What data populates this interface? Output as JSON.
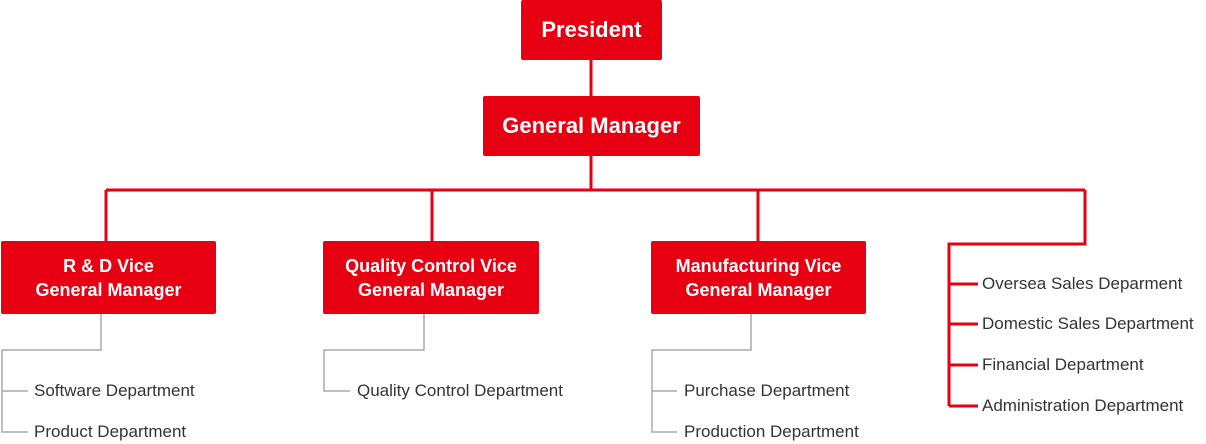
{
  "chart": {
    "president": "President",
    "general_manager": "General Manager",
    "vice_managers": [
      {
        "line1": "R & D Vice",
        "line2": "General Manager"
      },
      {
        "line1": "Quality Control Vice",
        "line2": "General Manager"
      },
      {
        "line1": "Manufacturing Vice",
        "line2": "General Manager"
      }
    ],
    "rd_departments": [
      "Software Department",
      "Product Department"
    ],
    "qc_departments": [
      "Quality Control Department"
    ],
    "mfg_departments": [
      "Purchase Department",
      "Production Department"
    ],
    "direct_departments": [
      "Oversea Sales Deparment",
      "Domestic Sales Department",
      "Financial Department",
      "Administration Department"
    ]
  },
  "colors": {
    "accent": "#e60012",
    "connector_gray": "#aaaaaa",
    "text": "#333333"
  }
}
